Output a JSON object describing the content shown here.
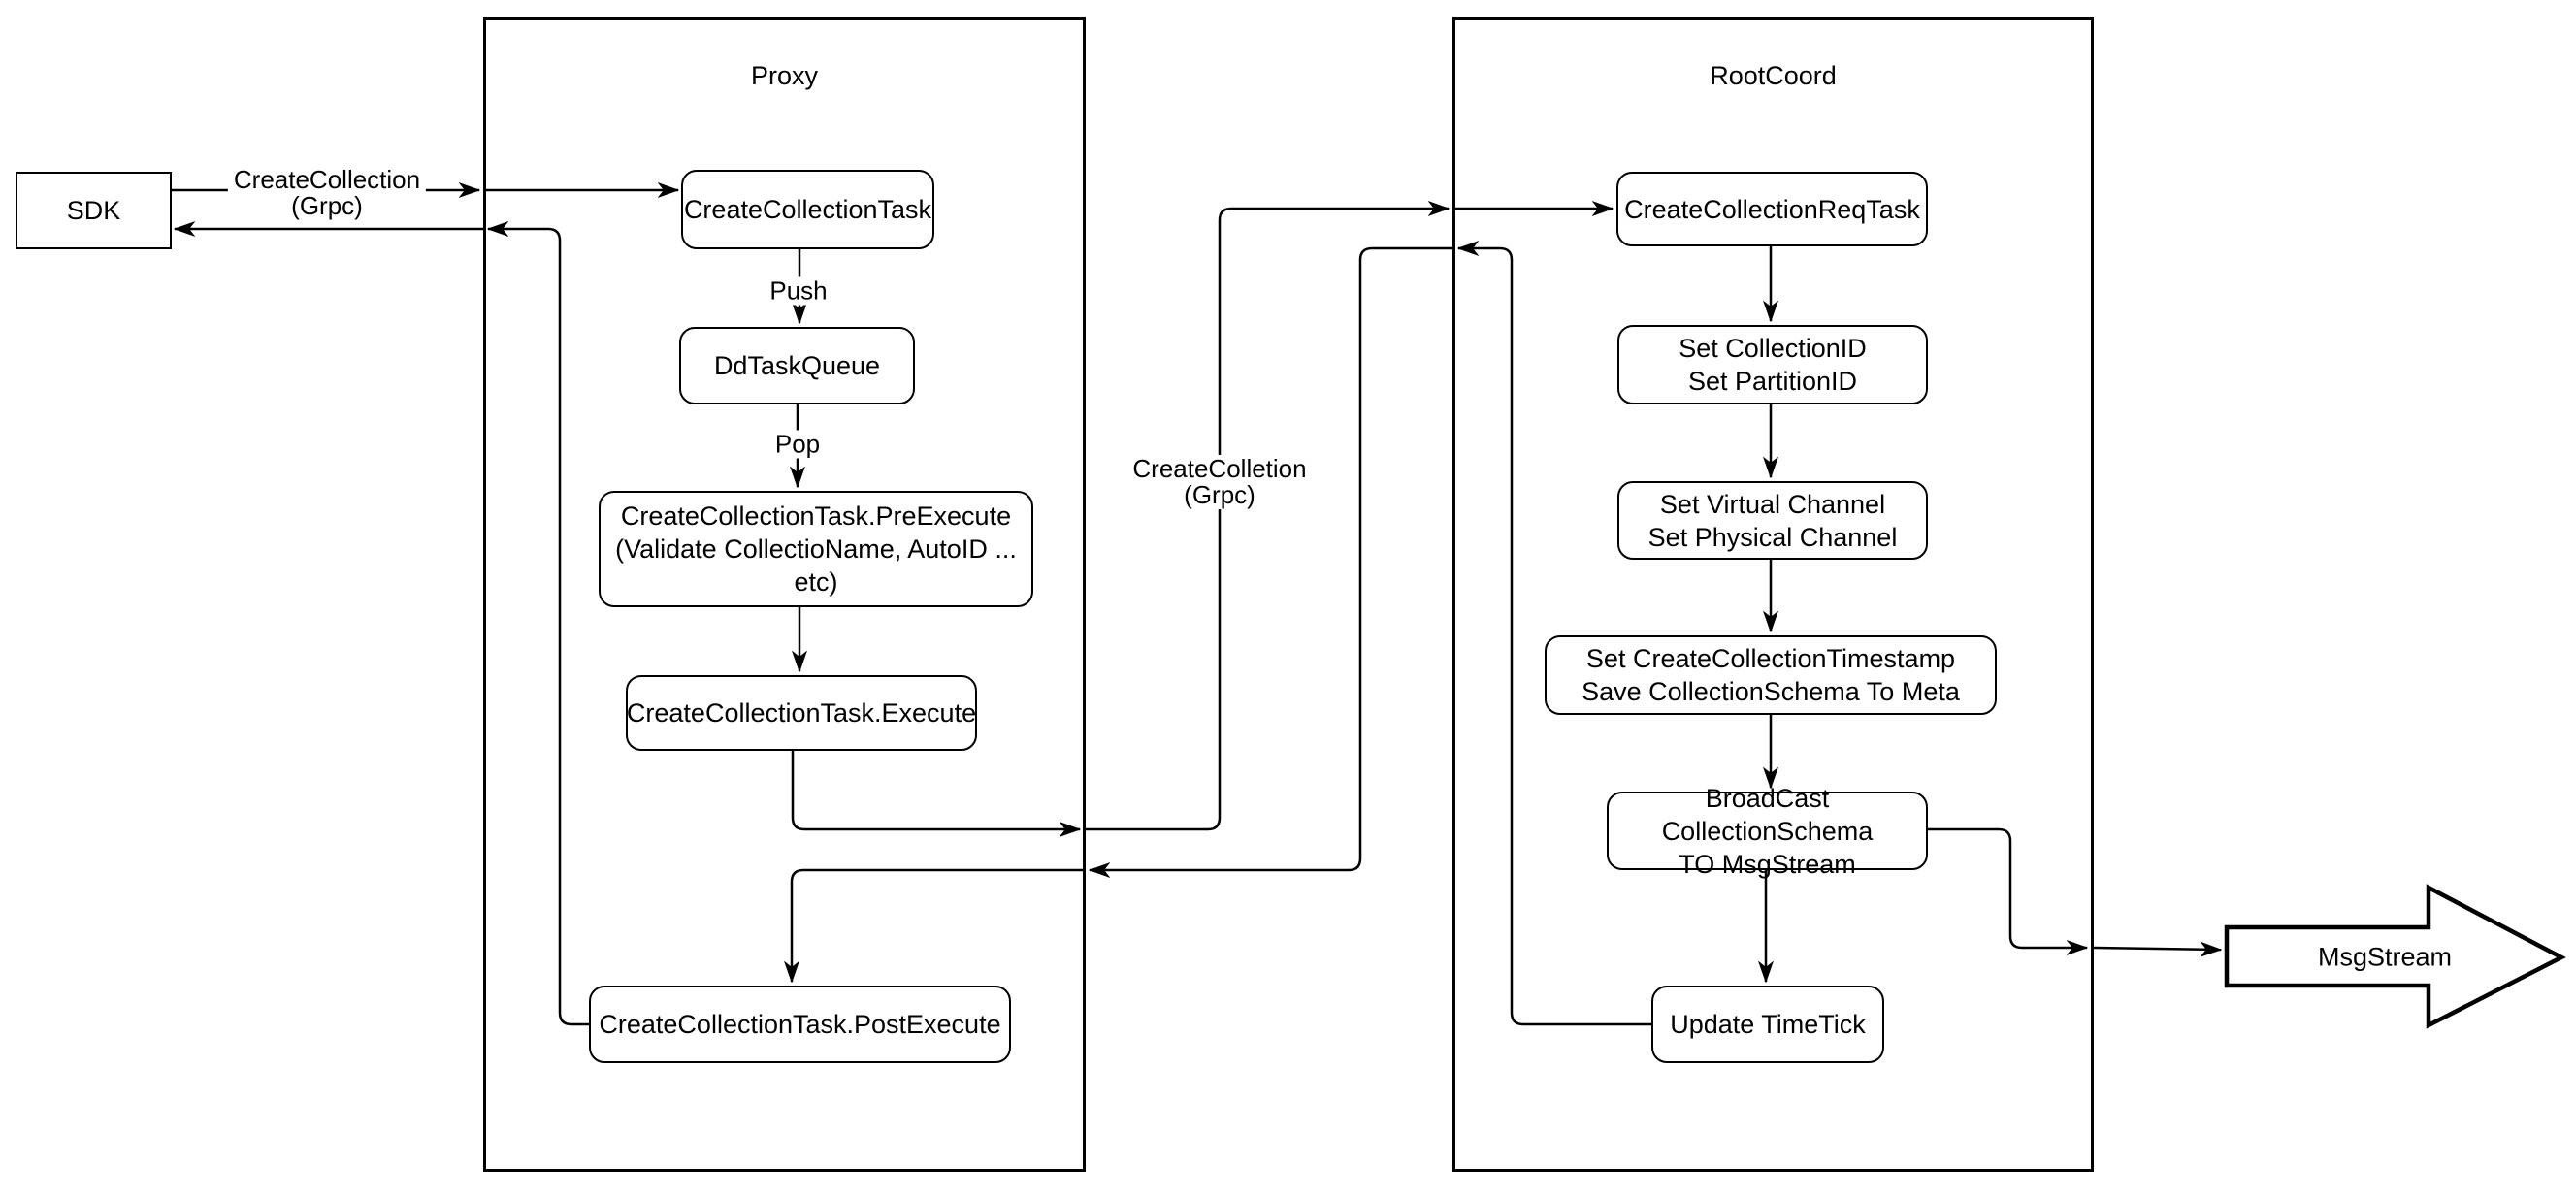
{
  "diagram": {
    "sdk_label": "SDK",
    "proxy": {
      "title": "Proxy",
      "nodes": {
        "create_collection_task": "CreateCollectionTask",
        "dd_task_queue": "DdTaskQueue",
        "pre_execute": "CreateCollectionTask.PreExecute\n(Validate CollectioName, AutoID ... etc)",
        "execute": "CreateCollectionTask.Execute",
        "post_execute": "CreateCollectionTask.PostExecute"
      }
    },
    "rootcoord": {
      "title": "RootCoord",
      "nodes": {
        "req_task": "CreateCollectionReqTask",
        "set_ids": "Set CollectionID\nSet PartitionID",
        "set_channels": "Set Virtual Channel\nSet Physical Channel",
        "set_timestamp": "Set CreateCollectionTimestamp\nSave CollectionSchema To Meta",
        "broadcast": "BroadCast CollectionSchema\nTO MsgStream",
        "update_timetick": "Update TimeTick"
      }
    },
    "msg_stream_label": "MsgStream",
    "edge_labels": {
      "sdk_grpc": "CreateCollection\n(Grpc)",
      "push": "Push",
      "pop": "Pop",
      "proxy_grpc": "CreateColletion\n(Grpc)"
    },
    "colors": {
      "stroke": "#000000",
      "fill": "#ffffff"
    }
  }
}
